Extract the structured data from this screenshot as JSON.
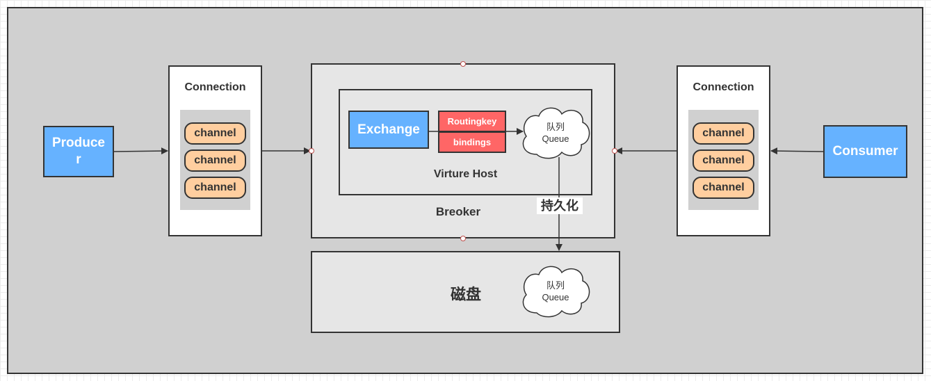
{
  "producer": {
    "label_line1": "Produce",
    "label_line2": "r"
  },
  "consumer": {
    "label": "Consumer"
  },
  "left_connection": {
    "title": "Connection",
    "channels": [
      "channel",
      "channel",
      "channel"
    ]
  },
  "right_connection": {
    "title": "Connection",
    "channels": [
      "channel",
      "channel",
      "channel"
    ]
  },
  "broker": {
    "label": "Breoker"
  },
  "virtual_host": {
    "label": "Virture Host",
    "exchange": "Exchange",
    "routing_key": "Routingkey",
    "bindings": "bindings",
    "queue": {
      "line1": "队列",
      "line2": "Queue"
    }
  },
  "persistence": {
    "label": "持久化"
  },
  "disk": {
    "label": "磁盘",
    "queue": {
      "line1": "队列",
      "line2": "Queue"
    }
  },
  "colors": {
    "blue": "#66b2ff",
    "channel_fill": "#ffce9f",
    "routing_red": "#ff6666",
    "panel_gray": "#d0d0d0",
    "broker_gray": "#e6e6e6"
  }
}
